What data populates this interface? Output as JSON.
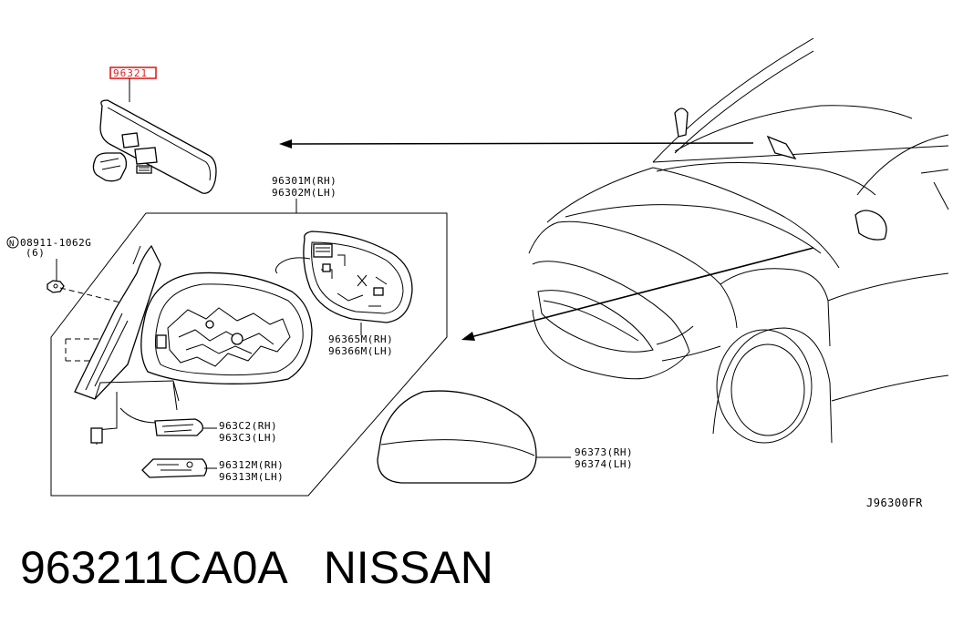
{
  "highlight": {
    "label": "96321",
    "color": "#e02020"
  },
  "parts": {
    "nut_symbol": "N",
    "nut_code": "08911-1062G",
    "nut_qty": "(6)",
    "mirror_assy_rh": "96301M(RH)",
    "mirror_assy_lh": "96302M(LH)",
    "glass_rh": "96365M(RH)",
    "glass_lh": "96366M(LH)",
    "lamp_rh": "963C2(RH)",
    "lamp_lh": "963C3(LH)",
    "finisher_rh": "96312M(RH)",
    "finisher_lh": "96313M(LH)",
    "cover_rh": "96373(RH)",
    "cover_lh": "96374(LH)"
  },
  "diagram_code": "J96300FR",
  "caption": {
    "part_number": "963211CA0A",
    "brand": "NISSAN",
    "separator": "   "
  },
  "icons": [
    "rear-view-mirror-icon",
    "door-mirror-icon",
    "mirror-glass-icon",
    "mirror-cover-icon",
    "car-outline-icon",
    "nut-icon"
  ]
}
